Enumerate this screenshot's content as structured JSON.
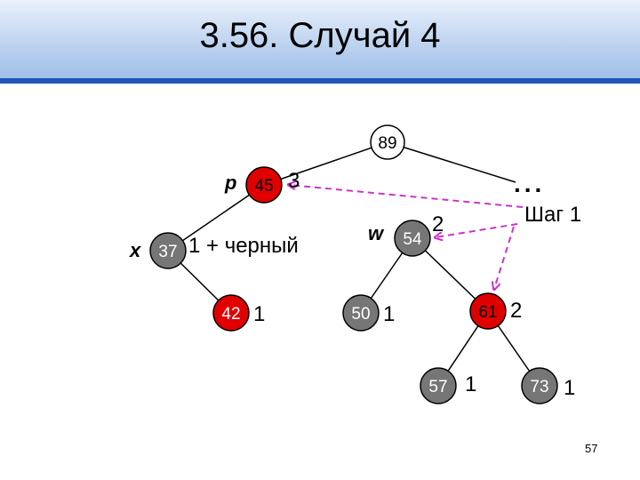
{
  "slide": {
    "title": "3.56. Случай 4",
    "page_number": "57"
  },
  "colors": {
    "red_node": "#e00000",
    "gray_node": "#767676",
    "white_node": "#ffffff",
    "dashed_arrow": "#cc33cc",
    "header_bar": "#1d56b8"
  },
  "tree": {
    "nodes": [
      {
        "id": "n89",
        "key": "89",
        "color": "white",
        "side_label": ""
      },
      {
        "id": "n45",
        "key": "45",
        "color": "red",
        "side_label": "3",
        "name_label": "p"
      },
      {
        "id": "n37",
        "key": "37",
        "color": "gray",
        "side_label": "1 + черный",
        "name_label": "x"
      },
      {
        "id": "n42",
        "key": "42",
        "color": "red",
        "side_label": "1"
      },
      {
        "id": "n54",
        "key": "54",
        "color": "gray",
        "side_label": "2",
        "name_label": "w"
      },
      {
        "id": "n50",
        "key": "50",
        "color": "gray",
        "side_label": "1"
      },
      {
        "id": "n61",
        "key": "61",
        "color": "red",
        "side_label": "2"
      },
      {
        "id": "n57",
        "key": "57",
        "color": "gray",
        "side_label": "1"
      },
      {
        "id": "n73",
        "key": "73",
        "color": "gray",
        "side_label": "1"
      }
    ],
    "ellipsis": "...",
    "step_label": "Шаг 1"
  }
}
